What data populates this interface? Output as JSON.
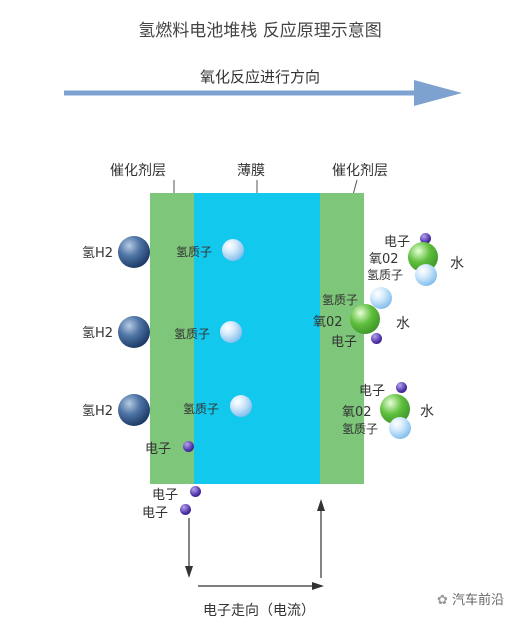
{
  "title": "氢燃料电池堆栈 反应原理示意图",
  "direction_label": "氧化反应进行方向",
  "layers": {
    "left_catalyst": "催化剂层",
    "membrane": "薄膜",
    "right_catalyst": "催化剂层"
  },
  "labels": {
    "hydrogen": "氢H2",
    "proton": "氢质子",
    "electron": "电子",
    "oxygen": "氧02",
    "water": "水"
  },
  "current_label": "电子走向（电流）",
  "watermark": "汽车前沿",
  "colors": {
    "catalyst": "#7dc67a",
    "membrane": "#12c8ec",
    "arrow": "#7ea2cf"
  }
}
